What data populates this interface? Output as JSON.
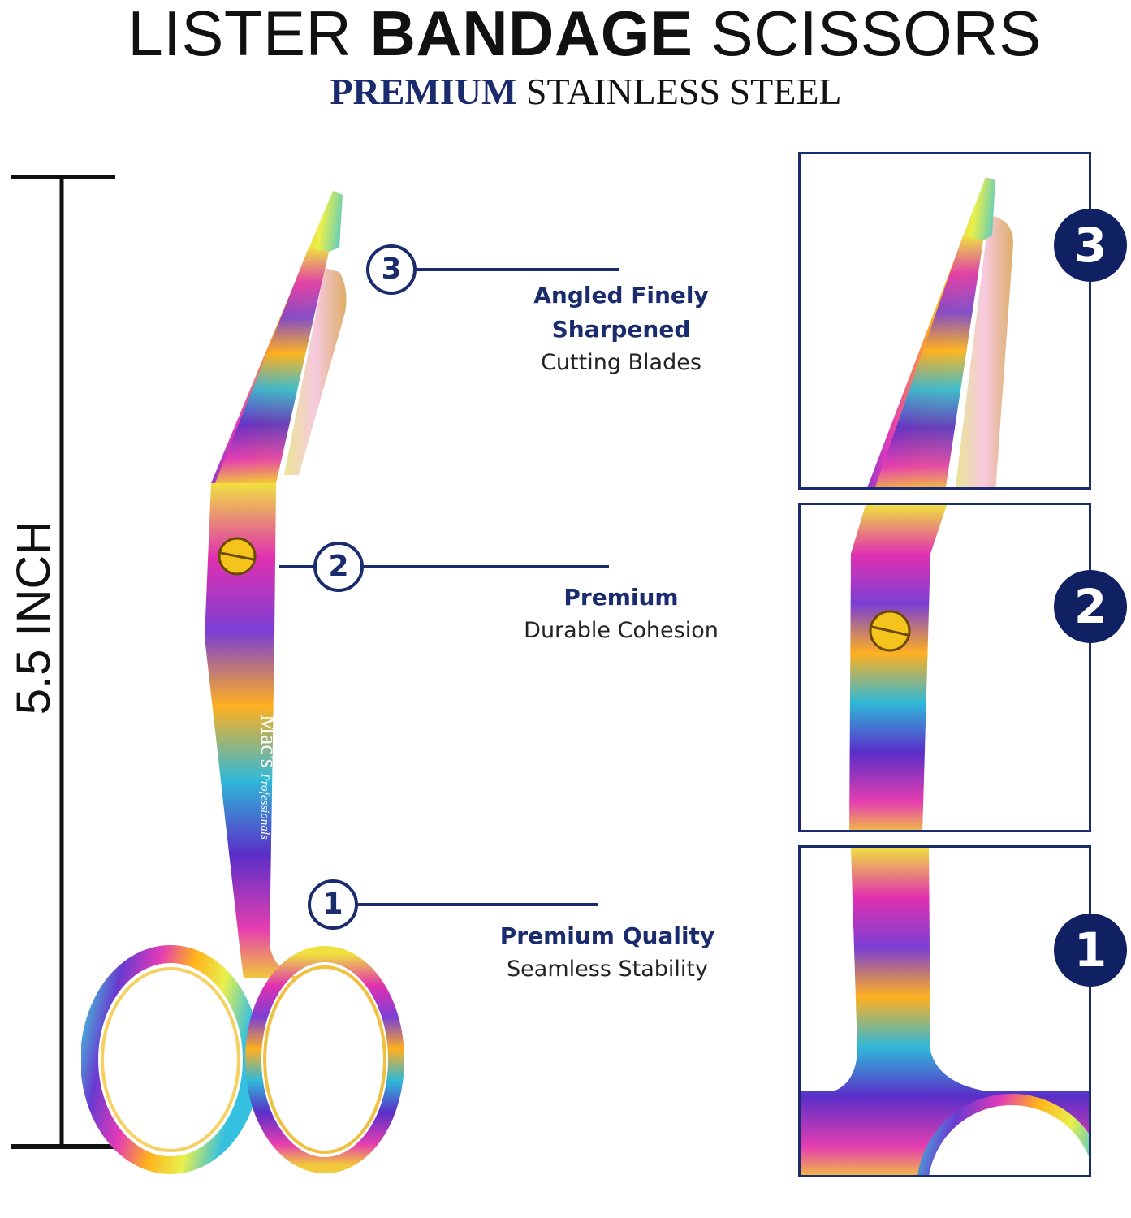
{
  "header": {
    "title_light_1": "LISTER ",
    "title_bold": "BANDAGE",
    "title_light_2": " SCISSORS",
    "subtitle_bold": "PREMIUM",
    "subtitle_rest": " STAINLESS STEEL"
  },
  "measurement": {
    "label": "5.5 INCH"
  },
  "brand": {
    "name": "Mac's",
    "sub": "Professionals"
  },
  "callouts": [
    {
      "number": "3",
      "title_line1": "Angled Finely",
      "title_line2": "Sharpened",
      "subtitle": "Cutting Blades"
    },
    {
      "number": "2",
      "title_line1": "Premium",
      "subtitle": "Durable Cohesion"
    },
    {
      "number": "1",
      "title_line1": "Premium Quality",
      "subtitle": "Seamless Stability"
    }
  ],
  "panels": [
    {
      "badge": "3"
    },
    {
      "badge": "2"
    },
    {
      "badge": "1"
    }
  ],
  "colors": {
    "navy": "#1a2b6e",
    "badge": "#0f2163"
  }
}
